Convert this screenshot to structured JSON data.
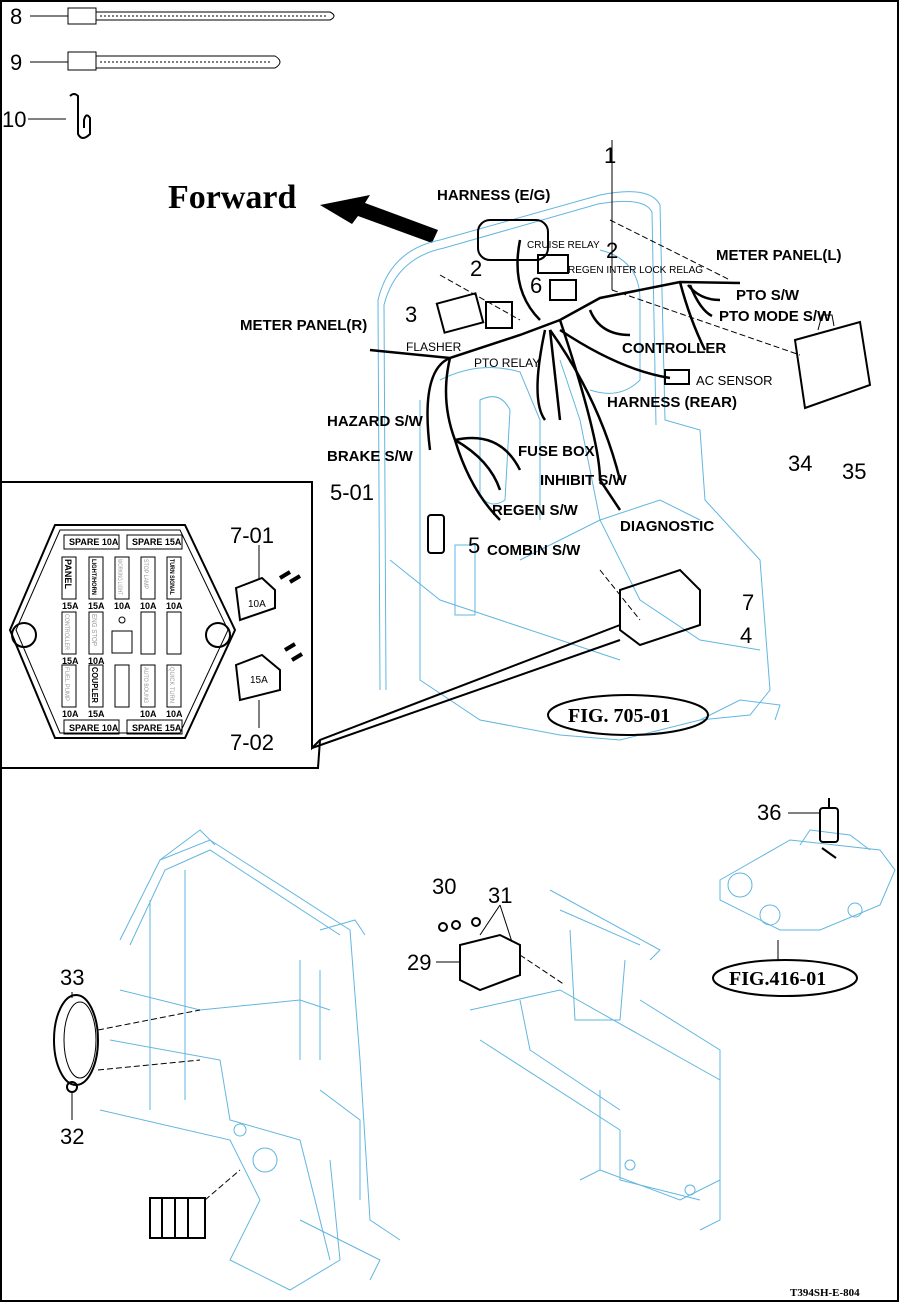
{
  "direction_label": "Forward",
  "callouts": {
    "c1": "1",
    "c2a": "2",
    "c2b": "2",
    "c3": "3",
    "c4": "4",
    "c5": "5",
    "c5_01": "5-01",
    "c6": "6",
    "c7": "7",
    "c7_01": "7-01",
    "c7_02": "7-02",
    "c8": "8",
    "c9": "9",
    "c10": "10",
    "c29": "29",
    "c30": "30",
    "c31": "31",
    "c32": "32",
    "c33": "33",
    "c34": "34",
    "c35": "35",
    "c36": "36"
  },
  "harness_labels": {
    "harness_eg": "HARNESS (E/G)",
    "cruise_relay": "CRUISE RELAY",
    "regen_interlock": "REGEN INTER LOCK RELAG",
    "meter_panel_l": "METER PANEL(L)",
    "pto_sw": "PTO S/W",
    "pto_mode_sw": "PTO MODE S/W",
    "meter_panel_r": "METER PANEL(R)",
    "flasher": "FLASHER",
    "pto_relay": "PTO RELAY",
    "controller": "CONTROLLER",
    "ac_sensor": "AC SENSOR",
    "harness_rear": "HARNESS (REAR)",
    "hazard_sw": "HAZARD S/W",
    "brake_sw": "BRAKE S/W",
    "fuse_box": "FUSE BOX",
    "inhibit_sw": "INHIBIT S/W",
    "regen_sw": "REGEN S/W",
    "diagnostic": "DIAGNOSTIC",
    "combin_sw": "COMBIN S/W"
  },
  "fuse_box": {
    "spare_top": [
      "SPARE 10A",
      "SPARE 15A"
    ],
    "spare_bottom": [
      "SPARE 10A",
      "SPARE 15A"
    ],
    "row1": [
      {
        "name": "PANEL",
        "rating": "15A",
        "bold": true
      },
      {
        "name": "LIGHT/HORN",
        "rating": "15A",
        "bold": true
      },
      {
        "name": "WORKING LIGHT",
        "rating": "10A",
        "bold": false
      },
      {
        "name": "STOP LAMP",
        "rating": "10A",
        "bold": false
      },
      {
        "name": "TURN SIGNAL",
        "rating": "10A",
        "bold": true
      }
    ],
    "row2": [
      {
        "name": "CONTROLLER",
        "rating": "15A",
        "bold": false
      },
      {
        "name": "ENG STOP",
        "rating": "10A",
        "bold": false
      }
    ],
    "row3": [
      {
        "name": "FUEL PUMP",
        "rating": "10A",
        "bold": false
      },
      {
        "name": "COUPLER",
        "rating": "15A",
        "bold": true
      },
      {
        "name": "AUTO BOUNG",
        "rating": "10A",
        "bold": false
      },
      {
        "name": "QUICK TURN",
        "rating": "10A",
        "bold": false
      }
    ],
    "fuse_10a": "10A",
    "fuse_15a": "15A"
  },
  "figure_refs": {
    "fig_705": "FIG. 705-01",
    "fig_416": "FIG.416-01"
  },
  "drawing_code": "T394SH-E-804"
}
